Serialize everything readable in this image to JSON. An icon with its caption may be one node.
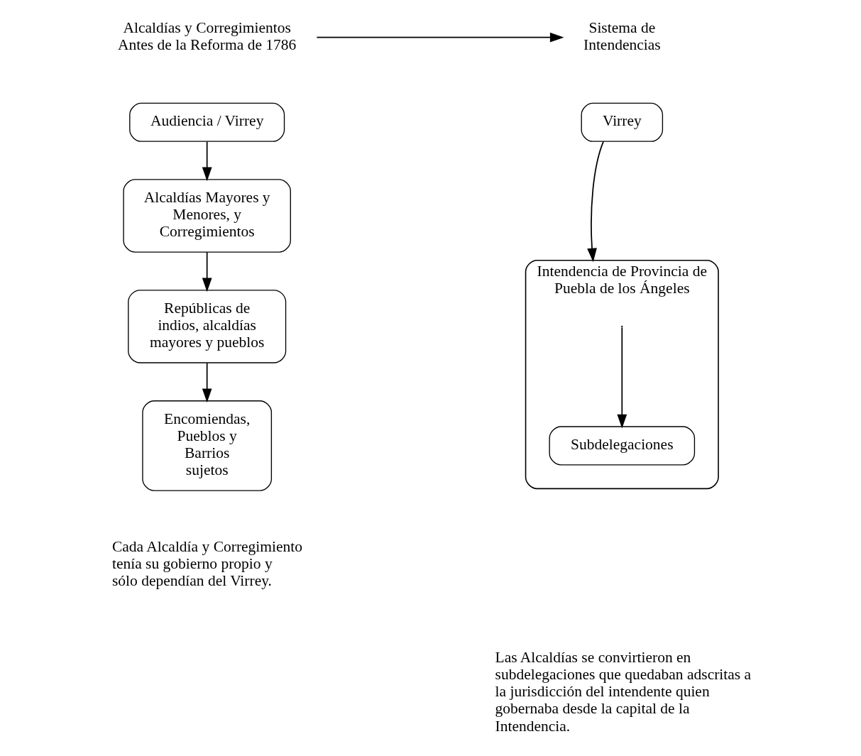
{
  "diagram": {
    "nodes": [
      {
        "text": [
          "Alcaldías y Corregimientos Antes de la Reforma de 1786"
        ]
      },
      {
        "text": [
          "Sistema de Intendencias"
        ]
      },
      {
        "text": [
          "Audiencia / Virrey"
        ]
      },
      {
        "text": [
          "Alcaldías Mayores y Menores, y Corregimientos"
        ]
      },
      {
        "text": [
          "Repúblicas de indios, alcaldías mayores y pueblos"
        ]
      },
      {
        "text": [
          "Encomiendas, Pueblos y Barrios sujetos"
        ]
      },
      {
        "text": [
          "Virrey"
        ]
      },
      {
        "text": [
          "Intendencia de Provincia de Puebla de los Ángeles"
        ]
      },
      {
        "text": [
          "Subdelegaciones"
        ],
        "in": 7
      }
    ],
    "edges": [
      {
        "from": 0,
        "to": 1,
        "arrow": "to"
      },
      {
        "from": 2,
        "to": 3,
        "arrow": "to"
      },
      {
        "from": 3,
        "to": 4,
        "arrow": "to"
      },
      {
        "from": 4,
        "to": 5,
        "arrow": "to"
      },
      {
        "from": 6,
        "to": 7,
        "arrow": "to"
      },
      {
        "from": 7,
        "to": 8,
        "arrow": "to"
      }
    ],
    "labels": [
      "Cada Alcaldía y Corregimiento tenía su gobierno propio y sólo dependían del Virrey.",
      "Las Alcaldías se convirtieron en subdelegaciones que quedaban adscritas a la jurisdicción del intendente quien gobernaba desde la capital de la Intendencia."
    ]
  }
}
